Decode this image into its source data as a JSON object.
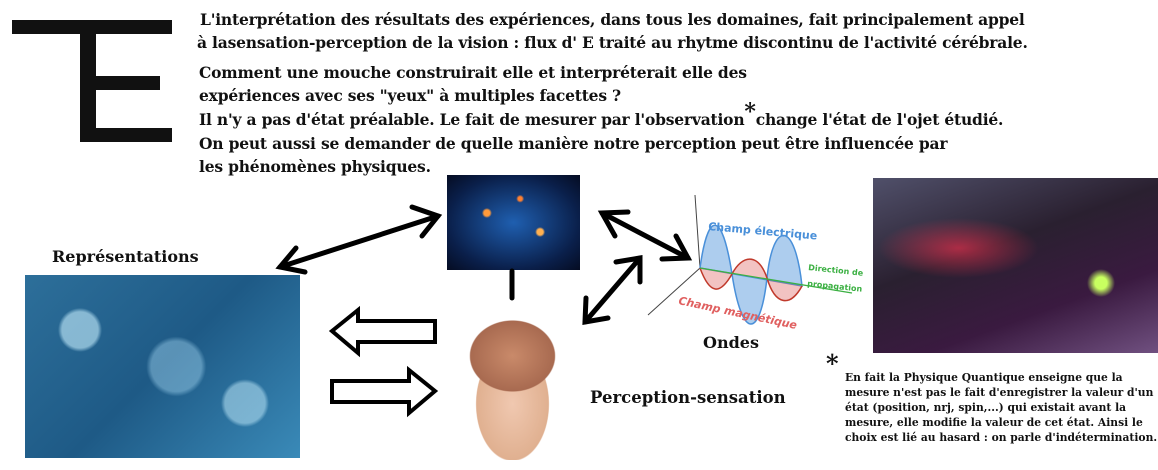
{
  "logo_letter": "E",
  "intro": {
    "line1": "L'interprétation des résultats des expériences, dans tous les domaines, fait principalement appel",
    "line2": "à lasensation-perception de la vision : flux d' E traité au rhytme discontinu de l'activité cérébrale.",
    "line3": "Comment une mouche construirait elle et interpréterait elle des",
    "line4": "expériences avec ses \"yeux\" à multiples facettes ?",
    "line5": "Il n'y a pas d'état préalable. Le fait de mesurer par l'observation",
    "line5_star": "*",
    "line5b": "change l'état de l'ojet étudié.",
    "line6": "On peut aussi se demander de quelle manière notre perception peut être influencée par",
    "line7": "les phénomènes physiques."
  },
  "labels": {
    "representations": "Représentations",
    "ondes": "Ondes",
    "perception": "Perception-sensation"
  },
  "wave": {
    "electric": "Champ électrique",
    "magnetic": "Champ magnétique",
    "direction1": "Direction de",
    "direction2": "propagation",
    "electric_color": "#4a90d9",
    "magnetic_color": "#d9534f",
    "direction_color": "#3cb043"
  },
  "note": {
    "star": "*",
    "lines": [
      "En fait la Physique Quantique enseigne que la",
      "mesure n'est pas le fait d'enregistrer la valeur d'un",
      "état (position, nrj, spin,...) qui existait avant la",
      "mesure, elle modifie la valeur de cet état. Ainsi le",
      "choix est lié au hasard : on parle d'indétermination."
    ]
  }
}
